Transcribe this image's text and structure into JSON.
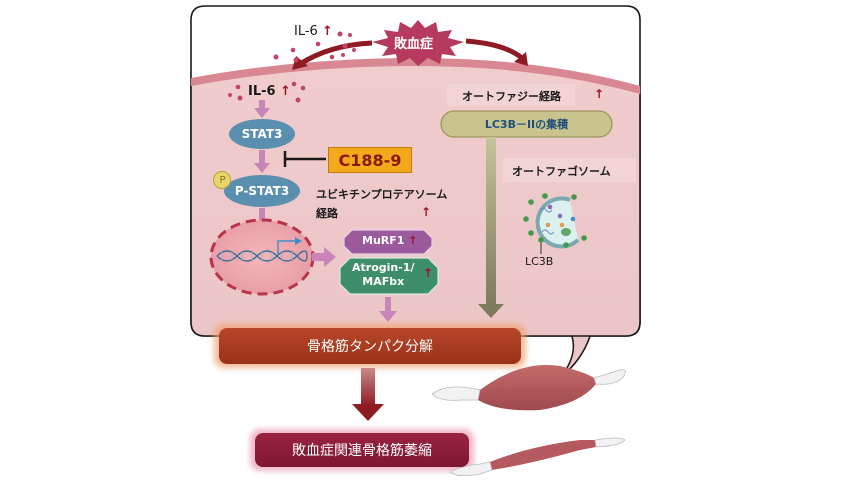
{
  "title": "敗血症関連骨格筋萎縮のメカニズム",
  "sepsis": {
    "label": "敗血症"
  },
  "il6_outside": {
    "label": "IL-6",
    "trend": "up"
  },
  "il6_inside": {
    "label": "IL-6",
    "trend": "up"
  },
  "stat3": {
    "label": "STAT3"
  },
  "pstat3": {
    "label": "P-STAT3",
    "phospho_label": "P"
  },
  "inhibitor": {
    "label": "C188-9"
  },
  "ubiquitin_pathway": {
    "line1": "ユビキチンプロテアソーム",
    "line2": "経路",
    "trend": "up"
  },
  "murf1": {
    "label": "MuRF1",
    "trend": "up"
  },
  "atrogin": {
    "line1": "Atrogin-1/",
    "line2": "MAFbx",
    "trend": "up"
  },
  "autophagy_pathway": {
    "label": "オートファジー経路",
    "trend": "up"
  },
  "lc3b_accum": {
    "label": "LC3B－IIの集積"
  },
  "autophagosome": {
    "label": "オートファゴソーム",
    "marker_label": "LC3B"
  },
  "protein_breakdown": {
    "label": "骨格筋タンパク分解"
  },
  "outcome": {
    "label": "敗血症関連骨格筋萎縮"
  },
  "arrow_glyph": "↑",
  "colors": {
    "cell_fill": "#efc9c9",
    "membrane": "#d98893",
    "sepsis": "#b53a5e",
    "stat_blue": "#5b8fb0",
    "inhibitor_fill": "#f2a91c",
    "inhibitor_text": "#8a1a10",
    "murf1": "#9a5a9c",
    "atrogin": "#3f8e6a",
    "lc3b_fill": "#c9c48e",
    "breakdown": "#a83a1e",
    "outcome": "#8e1a34",
    "up_arrow": "#a01428"
  }
}
